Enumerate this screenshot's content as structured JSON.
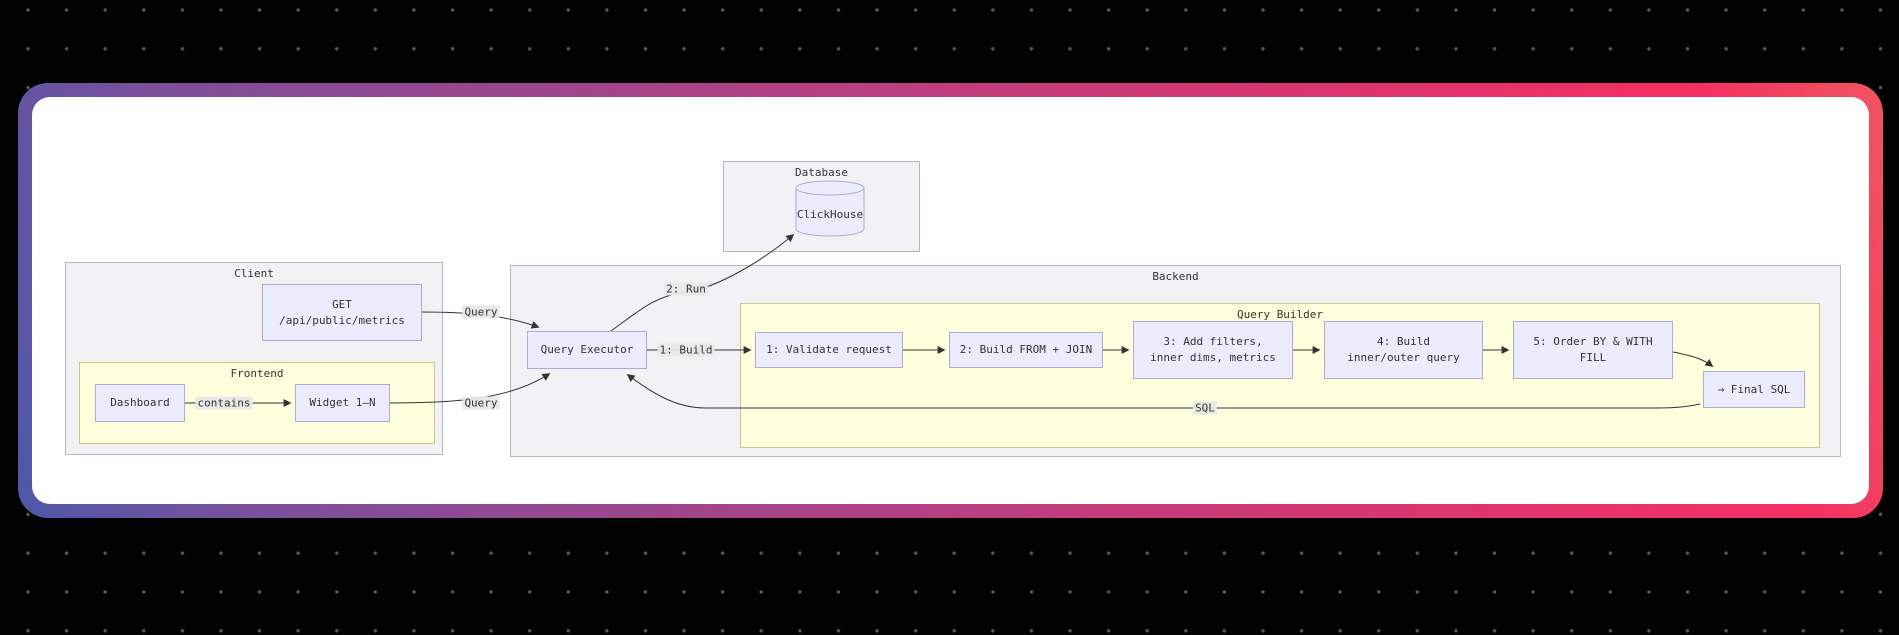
{
  "diagram": {
    "clusters": {
      "database": {
        "label": "Database"
      },
      "client": {
        "label": "Client"
      },
      "frontend": {
        "label": "Frontend"
      },
      "backend": {
        "label": "Backend"
      },
      "query_builder": {
        "label": "Query Builder"
      }
    },
    "nodes": {
      "clickhouse": {
        "label": "ClickHouse"
      },
      "get": {
        "line1": "GET",
        "line2": "/api/public/metrics"
      },
      "dashboard": {
        "label": "Dashboard"
      },
      "widget": {
        "label": "Widget 1–N"
      },
      "query_executor": {
        "label": "Query Executor"
      },
      "step1": {
        "label": "1: Validate request"
      },
      "step2": {
        "label": "2: Build FROM + JOIN"
      },
      "step3": {
        "line1": "3: Add filters,",
        "line2": "inner dims, metrics"
      },
      "step4": {
        "line1": "4: Build",
        "line2": "inner/outer query"
      },
      "step5": {
        "line1": "5: Order BY & WITH",
        "line2": "FILL"
      },
      "final_sql": {
        "label": "→ Final SQL"
      }
    },
    "edge_labels": {
      "query_get": "Query",
      "query_widget": "Query",
      "contains": "contains",
      "run": "2: Run",
      "build": "1: Build",
      "sql": "SQL"
    },
    "colors": {
      "background": "#020202",
      "dot": "#55555c",
      "card": "#ffffff",
      "gradient_start": "#4d58a8",
      "gradient_mid": "#c43c7c",
      "gradient_end": "#f42e62",
      "node_fill": "#ECECFF",
      "node_border": "#ABABD6",
      "cluster_fill": "#f2f2f5",
      "cluster_alt_fill": "#ffffde",
      "edge_stroke": "#333333"
    }
  }
}
